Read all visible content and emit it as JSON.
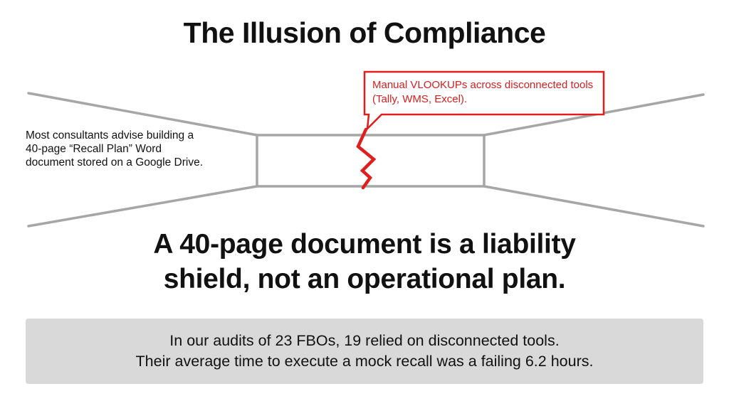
{
  "title": "The Illusion of Compliance",
  "left_note": "Most consultants advise building a 40-page “Recall Plan” Word document stored on a Google Drive.",
  "callout": "Manual VLOOKUPs across disconnected tools (Tally, WMS, Excel).",
  "headline": {
    "line1": "A 40-page document is a liability",
    "line2": "shield, not an operational plan."
  },
  "stat": {
    "line1": "In our audits of 23 FBOs, 19 relied on disconnected tools.",
    "line2": "Their average time to execute a mock recall was a failing 6.2 hours."
  },
  "colors": {
    "wall_lines": "#a6a6a6",
    "alert_red": "#e01e1e",
    "stat_bg": "#d9d9d9"
  }
}
